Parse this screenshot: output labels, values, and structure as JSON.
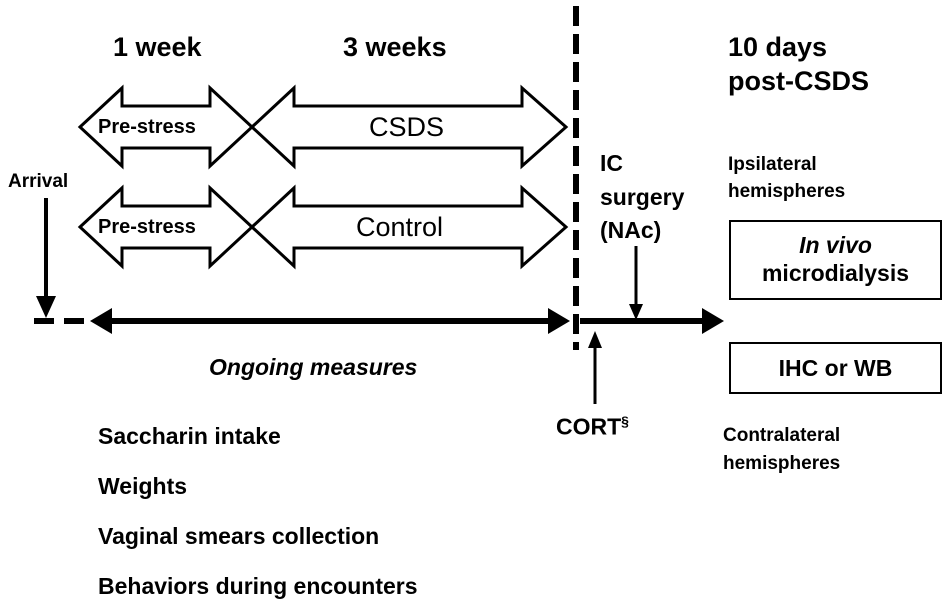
{
  "timeline": {
    "period_1": "1 week",
    "period_2": "3 weeks",
    "period_3_line1": "10 days",
    "period_3_line2": "post-CSDS"
  },
  "arrows": {
    "pre_stress_top": "Pre-stress",
    "csds": "CSDS",
    "pre_stress_bottom": "Pre-stress",
    "control": "Control"
  },
  "events": {
    "arrival": "Arrival",
    "ic_line1": "IC",
    "ic_line2": "surgery",
    "ic_line3": "(NAc)",
    "cort": "CORT",
    "cort_mark": "§"
  },
  "right_panel": {
    "ipsilateral_line1": "Ipsilateral",
    "ipsilateral_line2": "hemispheres",
    "microdialysis_line1": "In vivo",
    "microdialysis_line2": "microdialysis",
    "ihc": "IHC or WB",
    "contralateral_line1": "Contralateral",
    "contralateral_line2": "hemispheres"
  },
  "measures": {
    "title": "Ongoing measures",
    "items": [
      "Saccharin intake",
      "Weights",
      "Vaginal smears collection",
      "Behaviors during encounters"
    ]
  }
}
